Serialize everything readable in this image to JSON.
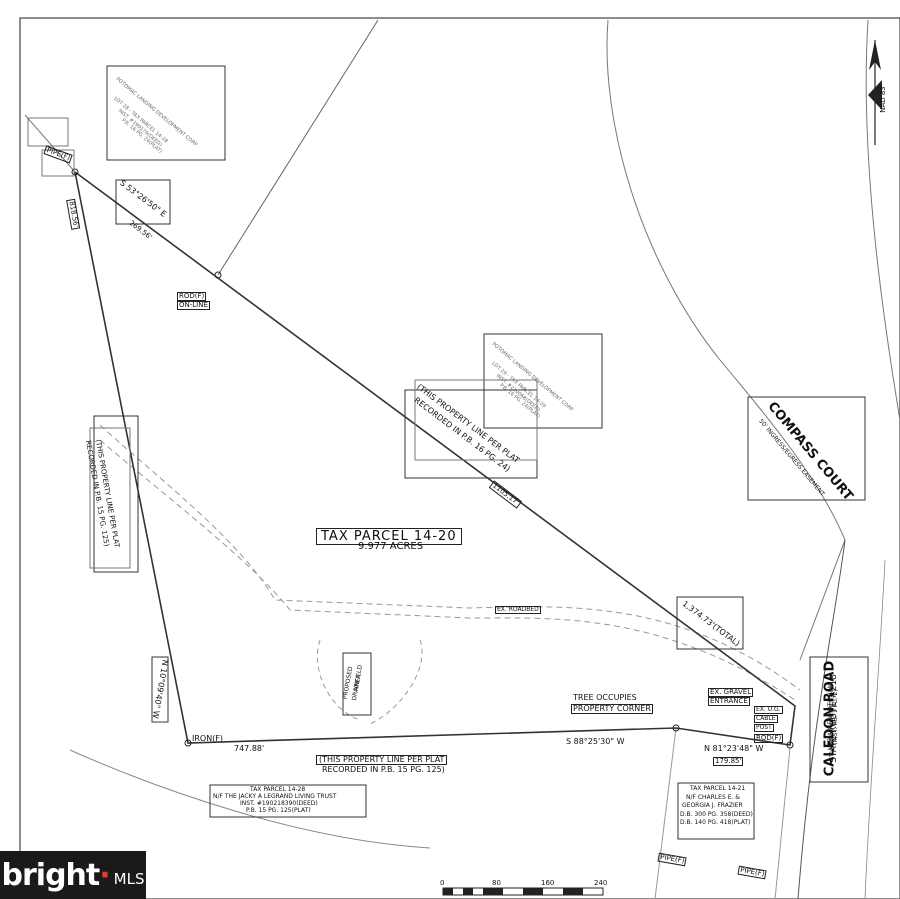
{
  "parcel": {
    "title": "TAX PARCEL 14-20",
    "acres": "9.977 ACRES"
  },
  "road": {
    "name": "CALEDON ROAD",
    "route": "STATE ROUTE #218",
    "row": "VARIABLE WIDTH R/W",
    "ref": "(INST. P.B. 1 PG. 2)"
  },
  "compass": {
    "name": "COMPASS COURT",
    "easement": "50' INGRESS/EGRESS EASEMENT"
  },
  "north": {
    "label": "NAD 83"
  },
  "property_line_notes": {
    "north_side": [
      "(THIS PROPERTY LINE PER PLAT",
      "RECORDED IN P.B. 16 PG. 24)"
    ],
    "west_side": [
      "(THIS PROPERTY LINE PER PLAT",
      "RECORDED IN P.B. 15 PG. 125)"
    ],
    "south_side": [
      "(THIS PROPERTY LINE PER PLAT",
      "RECORDED IN P.B. 15 PG. 125)"
    ]
  },
  "adjoiners": {
    "northwest": [
      "POTOMAC LANDING DEVELOPMENT CORP",
      "LOT 28 - TAX PARCEL 14-28",
      "INST. #190179(DEED)",
      "P.B. 16 PG. 24(PLAT)"
    ],
    "north_center": [
      "POTOMAC LANDING DEVELOPMENT CORP",
      "LOT 29 - TAX PARCEL 14-29",
      "INST. #210068(DEED)",
      "P.B. 16 PG. 24(PLAT)"
    ],
    "south": [
      "TAX PARCEL 14-28",
      "N/F THE JACKY A LEGRAND LIVING TRUST",
      "INST. #190218390(DEED)",
      "P.B. 15 PG. 125(PLAT)"
    ],
    "southeast": [
      "TAX PARCEL 14-21",
      "N/F CHARLES E. &",
      "GEORGIA J. FRAZIER",
      "D.B. 300 PG. 358(DEED)",
      "D.B. 140 PG. 418(PLAT)"
    ]
  },
  "monuments": {
    "pipe_nw": "PIPE(F)",
    "rod_online": [
      "ROD(F)",
      "ON-LINE"
    ],
    "iron_sw": "IRON(F)",
    "rod_se": "ROD(F)",
    "pipe_s1": "PIPE(F)",
    "pipe_s2": "PIPE(F)"
  },
  "bearings": {
    "north_line": "S 53°26'50\" E",
    "north_dist": "269.56'",
    "north_total": "1,374.73'(TOTAL)",
    "north_seg": "1105.17'",
    "west_line": "N 10°09'40\" W",
    "west_dist": "818.56'",
    "south_line": "S 88°25'30\" W",
    "south_dist": "747.88'",
    "south_line2": "N 81°23'48\" W",
    "south_dist2": "179.85'"
  },
  "features": {
    "driveway": "EX. ROADBED",
    "tree": [
      "TREE OCCUPIES",
      "PROPERTY CORNER"
    ],
    "gravel": [
      "EX. GRAVEL",
      "ENTRANCE"
    ],
    "cable": [
      "EX. U.G.",
      "CABLE",
      "POST"
    ],
    "drainfield": [
      "PROPOSED",
      "DRAINFIELD",
      "AREA"
    ]
  },
  "scale": {
    "ticks": [
      "0",
      "80",
      "160",
      "240"
    ]
  },
  "watermark": {
    "text": "bright MLS"
  }
}
